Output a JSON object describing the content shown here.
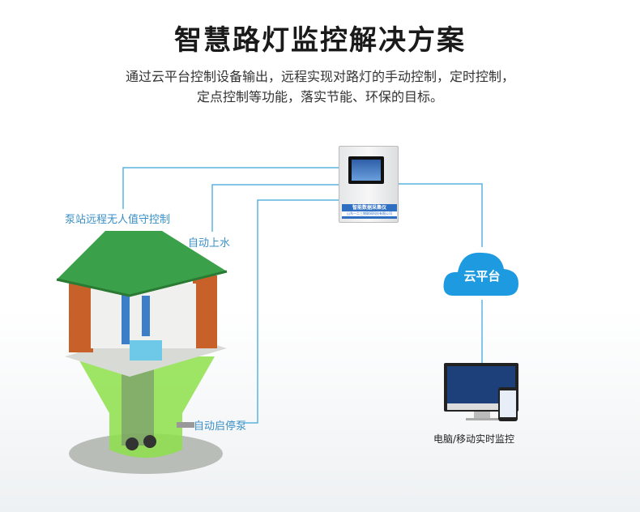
{
  "title": "智慧路灯监控解决方案",
  "subtitle": [
    "通过云平台控制设备输出，远程实现对路灯的手动控制，定时控制，",
    "定点控制等功能，落实节能、环保的目标。"
  ],
  "device": {
    "name": "智能数据采集仪",
    "company": "山东一二三物联网科技有限公司"
  },
  "labels": {
    "remote": "泵站远程无人值守控制",
    "water": "自动上水",
    "pump": "自动启停泵",
    "cloud": "云平台",
    "monitor": "电脑/移动实时监控"
  },
  "colors": {
    "line": "#5ab4e0",
    "cloud": "#1e9be0",
    "roof": "#3aa04a",
    "base": "#8de04a"
  }
}
